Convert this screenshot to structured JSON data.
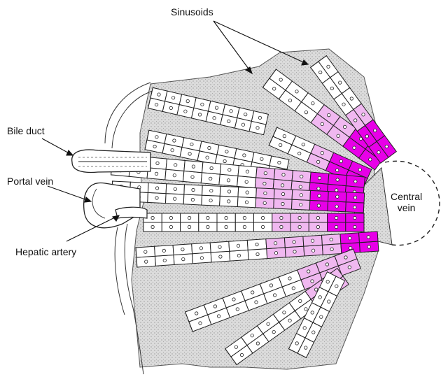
{
  "labels": {
    "sinusoids": "Sinusoids",
    "bile_duct": "Bile duct",
    "portal_vein": "Portal vein",
    "hepatic_artery": "Hepatic artery",
    "central_vein_line1": "Central",
    "central_vein_line2": "vein"
  },
  "colors": {
    "magenta": "#e800e8",
    "pink": "#f0b8f0",
    "stroma": "#d6d6d6",
    "outline": "#222222",
    "cell": "#ffffff"
  }
}
